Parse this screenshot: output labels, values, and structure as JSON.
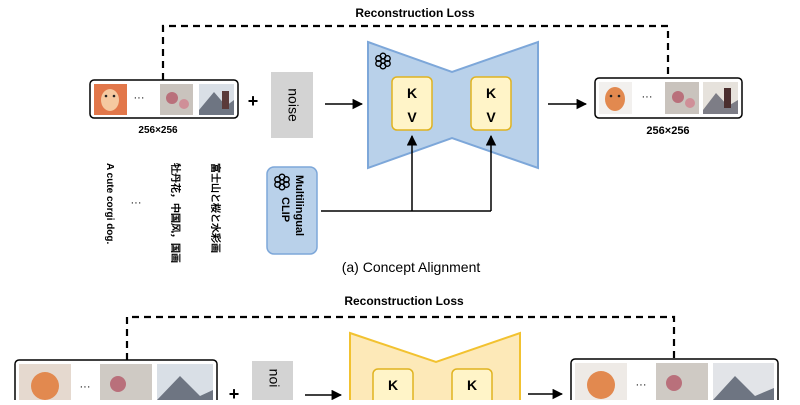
{
  "top": {
    "loss_label": "Reconstruction Loss",
    "resolution_in": "256×256",
    "resolution_out": "256×256",
    "noise_label": "noise",
    "plus": "+",
    "ellipsis": "···",
    "kv_key": "K",
    "kv_value": "V",
    "clip_label_line1": "Multilingual",
    "clip_label_line2": "CLIP",
    "prompts": [
      "A cute corgi dog.",
      "牡丹花，中国风，国画",
      "富士山と桜と水彩画"
    ],
    "caption": "(a) Concept Alignment"
  },
  "bottom": {
    "loss_label": "Reconstruction Loss",
    "noise_label": "noi",
    "plus": "+",
    "ellipsis": "···",
    "kv_key": "K"
  },
  "colors": {
    "unet_frozen_fill": "#b9d1ea",
    "unet_frozen_stroke": "#7da7d9",
    "unet_train_fill": "#fde9b8",
    "unet_train_stroke": "#f2c230",
    "kv_fill": "#fff4c8",
    "kv_stroke": "#e0b320",
    "noise_fill": "#d3d3d3",
    "clip_fill": "#b9d1ea",
    "line": "#000000",
    "image_corgi": "#e2774a",
    "image_flower": "#c9c3bd",
    "image_fuji": "#d9dfe6"
  },
  "icons": [
    "frozen-snowflake-icon"
  ]
}
